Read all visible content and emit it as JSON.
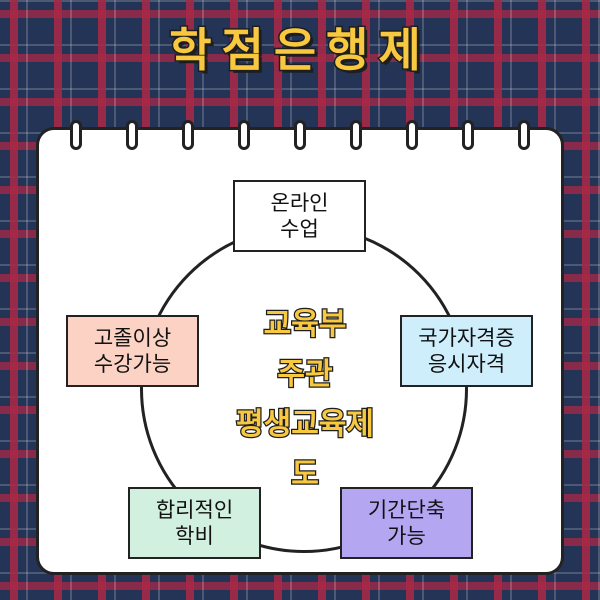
{
  "title": "학점은행제",
  "center": {
    "line1": "교육부",
    "line2": "주관",
    "line3": "평생교육제도"
  },
  "nodes": {
    "top": {
      "line1": "온라인",
      "line2": "수업",
      "color": "#ffffff"
    },
    "right": {
      "line1": "국가자격증",
      "line2": "응시자격",
      "color": "#cfeefc"
    },
    "bottom_right": {
      "line1": "기간단축",
      "line2": "가능",
      "color": "#b5a6f2"
    },
    "bottom_left": {
      "line1": "합리적인",
      "line2": "학비",
      "color": "#d2f0df"
    },
    "left": {
      "line1": "고졸이상",
      "line2": "수강가능",
      "color": "#fbd2c3"
    }
  }
}
